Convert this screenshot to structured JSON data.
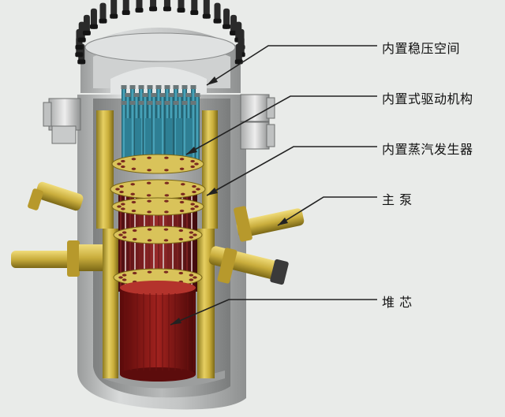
{
  "labels": {
    "pressurizer": "内置稳压空间",
    "drive_mechanism": "内置式驱动机构",
    "steam_generator": "内置蒸汽发生器",
    "main_pump": "主 泵",
    "core": "堆 芯"
  }
}
